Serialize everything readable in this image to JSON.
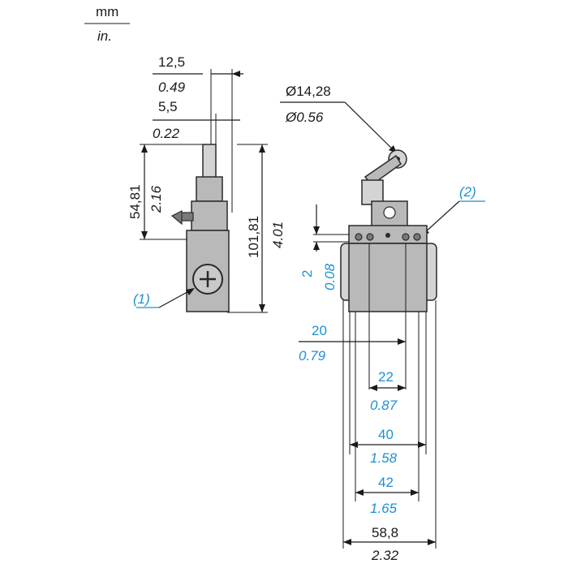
{
  "units": {
    "metric": "mm",
    "imperial": "in."
  },
  "side_view": {
    "top_width": {
      "mm": "12,5",
      "in": "0.49"
    },
    "shaft_width": {
      "mm": "5,5",
      "in": "0.22"
    },
    "lever_height": {
      "mm": "54,81",
      "in": "2.16"
    },
    "total_height": {
      "mm": "101,81",
      "in": "4.01"
    },
    "callout": "(1)"
  },
  "front_view": {
    "roller_diameter": {
      "mm": "Ø14,28",
      "in": "Ø0.56"
    },
    "callout": "(2)",
    "offset": {
      "mm": "2",
      "in": "0.08"
    },
    "center_offset": {
      "mm": "20",
      "in": "0.79"
    },
    "inner_spacing": {
      "mm": "22",
      "in": "0.87"
    },
    "hole_spacing": {
      "mm": "40",
      "in": "1.58"
    },
    "mount_width": {
      "mm": "42",
      "in": "1.65"
    },
    "body_width": {
      "mm": "58,8",
      "in": "2.32"
    }
  }
}
